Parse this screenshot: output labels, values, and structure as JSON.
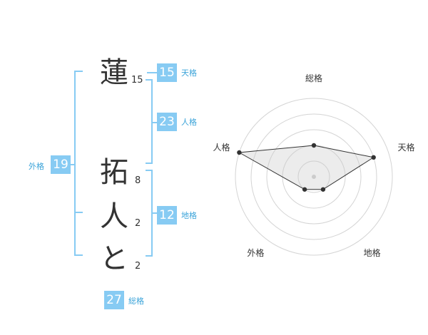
{
  "name": {
    "characters": [
      {
        "char": "蓮",
        "strokes": "15"
      },
      {
        "char": "拓",
        "strokes": "8"
      },
      {
        "char": "人",
        "strokes": "2"
      },
      {
        "char": "と",
        "strokes": "2"
      }
    ]
  },
  "fortune": {
    "tenkaku": {
      "value": "15",
      "label": "天格"
    },
    "jinkaku": {
      "value": "23",
      "label": "人格"
    },
    "chikaku": {
      "value": "12",
      "label": "地格"
    },
    "gaikaku": {
      "value": "19",
      "label": "外格"
    },
    "soukaku": {
      "value": "27",
      "label": "総格"
    }
  },
  "colors": {
    "accent": "#87cbf3",
    "accent_text": "#3aa3d9",
    "text": "#333333"
  },
  "chart_data": {
    "type": "radar",
    "axes": [
      "総格",
      "天格",
      "地格",
      "外格",
      "人格"
    ],
    "values": [
      2,
      4,
      1,
      1,
      5
    ],
    "rmax": 5,
    "grid": true
  }
}
